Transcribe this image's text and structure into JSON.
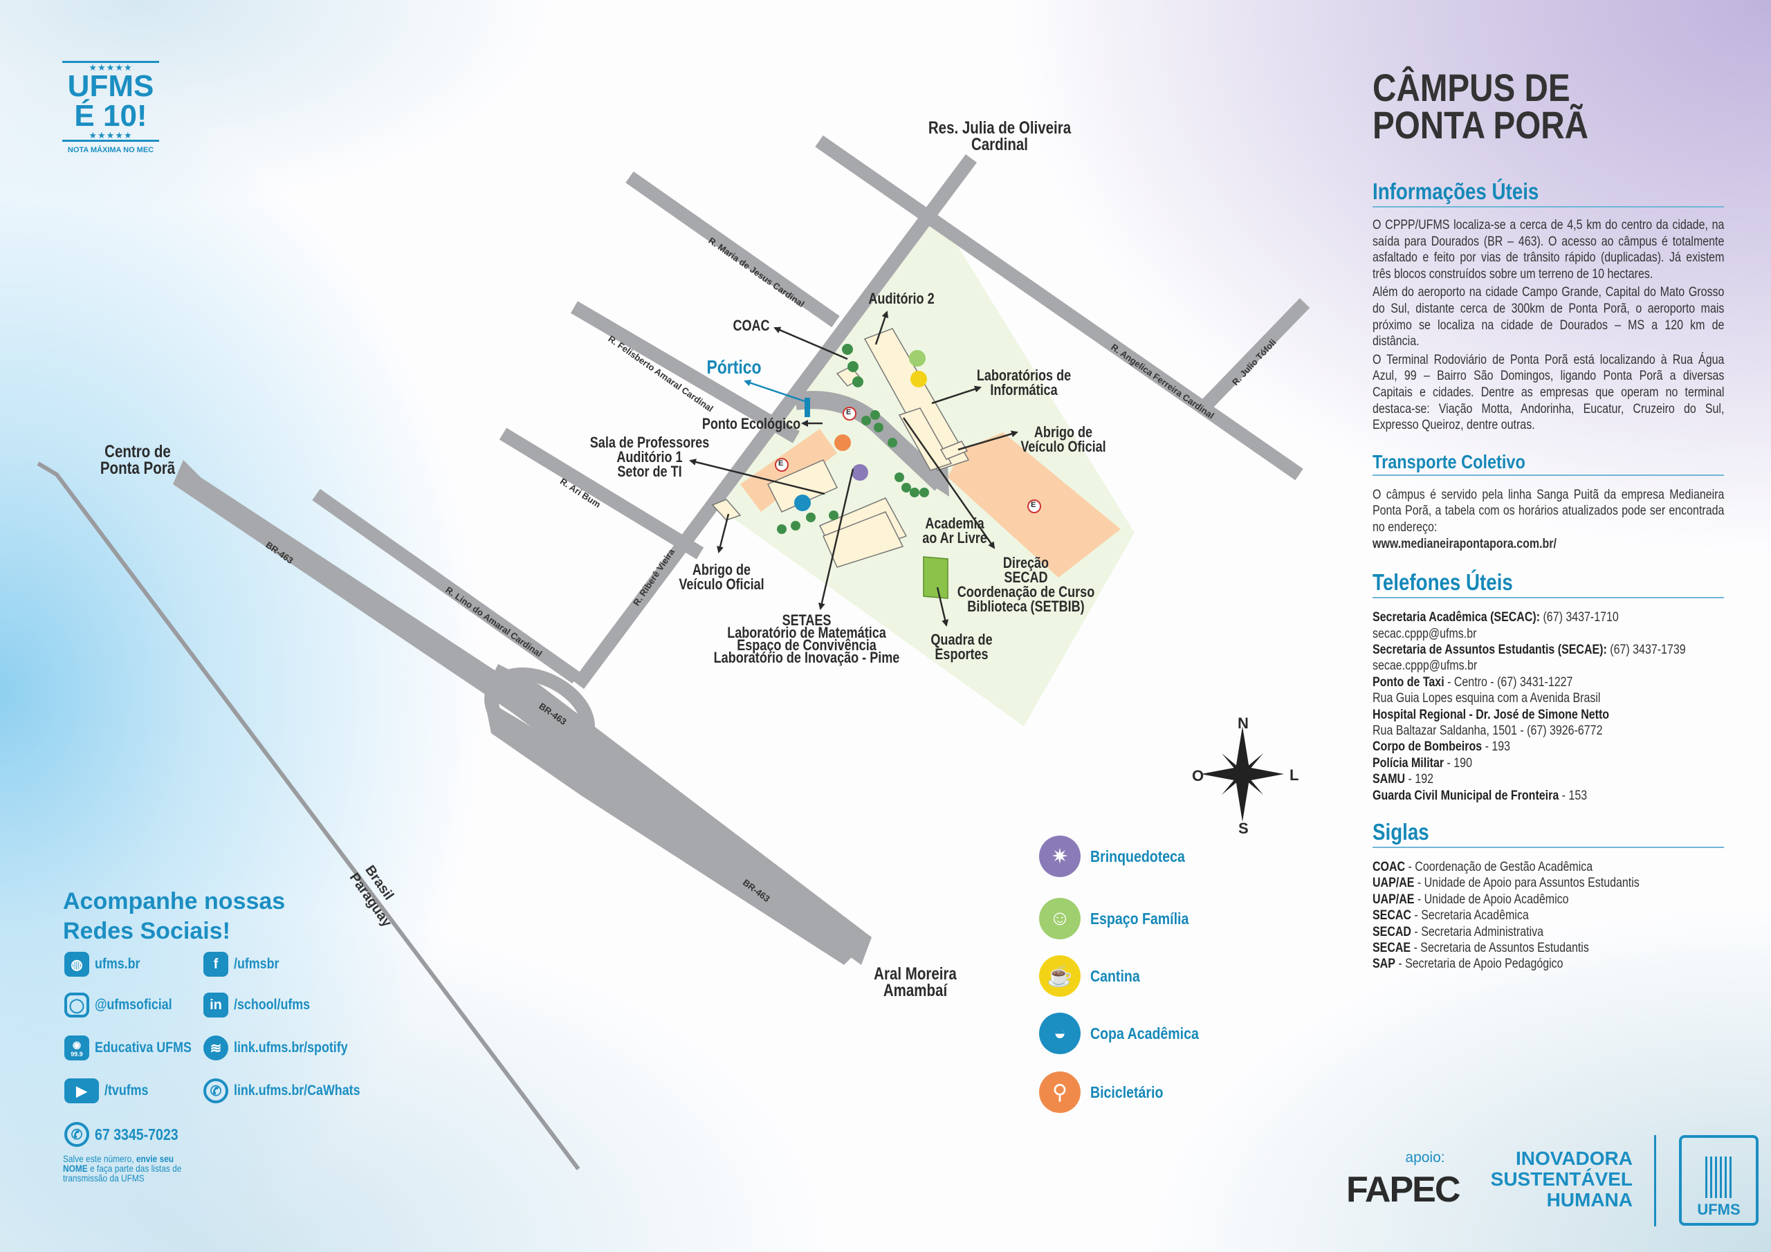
{
  "logo_top": {
    "line1": "UFMS",
    "line2": "É 10!",
    "stars": "★★★★★",
    "caption": "NOTA MÁXIMA NO MEC"
  },
  "header": {
    "title_line1": "CÂMPUS DE",
    "title_line2": "PONTA PORÃ"
  },
  "info": {
    "heading": "Informações Úteis",
    "paragraphs": [
      "O CPPP/UFMS localiza-se a cerca de 4,5 km do centro da cidade, na saída para Dourados (BR – 463). O acesso ao câmpus é totalmente asfaltado e feito por vias de trânsito rápido (duplicadas). Já existem três blocos construídos sobre um terreno de 10 hectares.",
      "Além do aeroporto na cidade Campo Grande, Capital do Mato Grosso do Sul, distante cerca de 300km de Ponta Porã, o aeroporto mais próximo se localiza na cidade de Dourados – MS a 120 km de distância.",
      "O Terminal Rodoviário de Ponta Porã está localizando à Rua Água Azul, 99 – Bairro São Domingos, ligando Ponta Porã a diversas Capitais e cidades. Dentre as empresas que operam no terminal destaca-se: Viação Motta, Andorinha, Eucatur, Cruzeiro do Sul, Expresso Queiroz, dentre outras."
    ]
  },
  "transport": {
    "heading": "Transporte Coletivo",
    "text": "O câmpus é servido pela linha Sanga Puitã da empresa Medianeira Ponta Porã, a tabela com os horários atualizados pode ser encontrada no endereço:",
    "url": "www.medianeirapontapora.com.br/"
  },
  "phones": {
    "heading": "Telefones Úteis",
    "lines": [
      {
        "bold": "Secretaria Acadêmica (SECAC):",
        "text": " (67) 3437-1710"
      },
      {
        "bold": "",
        "text": "secac.cppp@ufms.br"
      },
      {
        "bold": "Secretaria de Assuntos Estudantis (SECAE):",
        "text": " (67) 3437-1739"
      },
      {
        "bold": "",
        "text": "secae.cppp@ufms.br"
      },
      {
        "bold": "Ponto de Taxi",
        "text": " - Centro - (67) 3431-1227"
      },
      {
        "bold": "",
        "text": "Rua Guia Lopes esquina com a Avenida Brasil"
      },
      {
        "bold": "Hospital Regional - Dr. José de Simone Netto",
        "text": ""
      },
      {
        "bold": "",
        "text": "Rua Baltazar Saldanha, 1501 - (67) 3926-6772"
      },
      {
        "bold": "Corpo de Bombeiros",
        "text": " - 193"
      },
      {
        "bold": "Polícia Militar",
        "text": " - 190"
      },
      {
        "bold": "SAMU",
        "text": " - 192"
      },
      {
        "bold": "Guarda Civil Municipal de Fronteira",
        "text": " - 153"
      }
    ]
  },
  "siglas": {
    "heading": "Siglas",
    "items": [
      {
        "abbr": "COAC",
        "desc": " - Coordenação de Gestão Acadêmica"
      },
      {
        "abbr": "UAP/AE",
        "desc": " - Unidade de Apoio para Assuntos Estudantis"
      },
      {
        "abbr": "UAP/AE",
        "desc": " - Unidade de Apoio Acadêmico"
      },
      {
        "abbr": "SECAC",
        "desc": " - Secretaria Acadêmica"
      },
      {
        "abbr": "SECAD",
        "desc": " - Secretaria Administrativa"
      },
      {
        "abbr": "SECAE",
        "desc": " - Secretaria de Assuntos Estudantis"
      },
      {
        "abbr": "SAP",
        "desc": " - Secretaria de Apoio Pedagógico"
      }
    ]
  },
  "map": {
    "places": {
      "res_julia": [
        "Res. Julia de Oliveira",
        "Cardinal"
      ],
      "centro": [
        "Centro de",
        "Ponta Porã"
      ],
      "aral": [
        "Aral Moreira",
        "Amambaí"
      ],
      "coac": "COAC",
      "auditorio2": "Auditório 2",
      "portico": "Pórtico",
      "labs": [
        "Laboratórios de",
        "Informática"
      ],
      "ponto_eco": "Ponto Ecológico",
      "sala_prof": [
        "Sala de Professores",
        "Auditório 1",
        "Setor de TI"
      ],
      "abrigo_right": [
        "Abrigo de",
        "Veículo Oficial"
      ],
      "academia": [
        "Academia",
        "ao Ar Livre"
      ],
      "direcao": [
        "Direção",
        "SECAD",
        "Coordenação de Curso",
        "Biblioteca (SETBIB)"
      ],
      "abrigo_left": [
        "Abrigo de",
        "Veículo Oficial"
      ],
      "setaes": [
        "SETAES",
        "Laboratório de Matemática",
        "Espaço de Convivência",
        "Laboratório de Inovação - Pime"
      ],
      "quadra": [
        "Quadra de",
        "Esportes"
      ]
    },
    "streets": {
      "maria": "R. Maria de Jesus Cardinal",
      "felisberto": "R. Felisberto Amaral Cardinal",
      "ari": "R. Ari Bum",
      "lino": "R. Lino do Amaral Cardinal",
      "ribere": "R. Riberê Vieira",
      "angelica": "R. Angelica Ferreira Cardinal",
      "julio": "R. Julio Tófoli",
      "br1": "BR-463",
      "br2": "BR-463",
      "br3": "BR-463"
    },
    "border": [
      "Brasil",
      "Paraguay"
    ],
    "parking_mark": "E",
    "compass": {
      "n": "N",
      "s": "S",
      "e": "L",
      "w": "O"
    },
    "colors": {
      "road": "#a7a8ab",
      "campus": "#eef6e3",
      "parking": "#fbd0a8",
      "building": "#fdf3d6",
      "tree": "#3f8f4a",
      "accent": "#1588b8"
    }
  },
  "legend": [
    {
      "label": "Brinquedoteca",
      "icon": "pinwheel-icon",
      "color": "#8a7bb8"
    },
    {
      "label": "Espaço Família",
      "icon": "family-icon",
      "color": "#9fcf6e"
    },
    {
      "label": "Cantina",
      "icon": "coffee-cup-icon",
      "color": "#f3d318"
    },
    {
      "label": "Copa Acadêmica",
      "icon": "bowl-icon",
      "color": "#1b8ec2"
    },
    {
      "label": "Bicicletário",
      "icon": "bicycle-icon",
      "color": "#f08a4b"
    }
  ],
  "social": {
    "heading_line1": "Acompanhe nossas",
    "heading_line2": "Redes Sociais!",
    "items": [
      {
        "label": "ufms.br",
        "icon": "globe-icon"
      },
      {
        "label": "/ufmsbr",
        "icon": "facebook-icon"
      },
      {
        "label": "@ufmsoficial",
        "icon": "instagram-icon"
      },
      {
        "label": "/school/ufms",
        "icon": "linkedin-icon"
      },
      {
        "label": "Educativa UFMS",
        "icon": "radio-icon"
      },
      {
        "label": "link.ufms.br/spotify",
        "icon": "spotify-icon"
      },
      {
        "label": "/tvufms",
        "icon": "youtube-icon"
      },
      {
        "label": "link.ufms.br/CaWhats",
        "icon": "whatsapp-icon"
      }
    ],
    "phone": "67 3345-7023",
    "note_a": "Salve este número, ",
    "note_b": "envie seu NOME",
    "note_c": " e faça parte das listas de transmissão da UFMS",
    "radio_freq": "99.9"
  },
  "footer": {
    "apoio": "apoio:",
    "fapec": "FAPEC",
    "slogan": [
      "INOVADORA",
      "SUSTENTÁVEL",
      "HUMANA"
    ],
    "ufms_logo": "UFMS"
  }
}
